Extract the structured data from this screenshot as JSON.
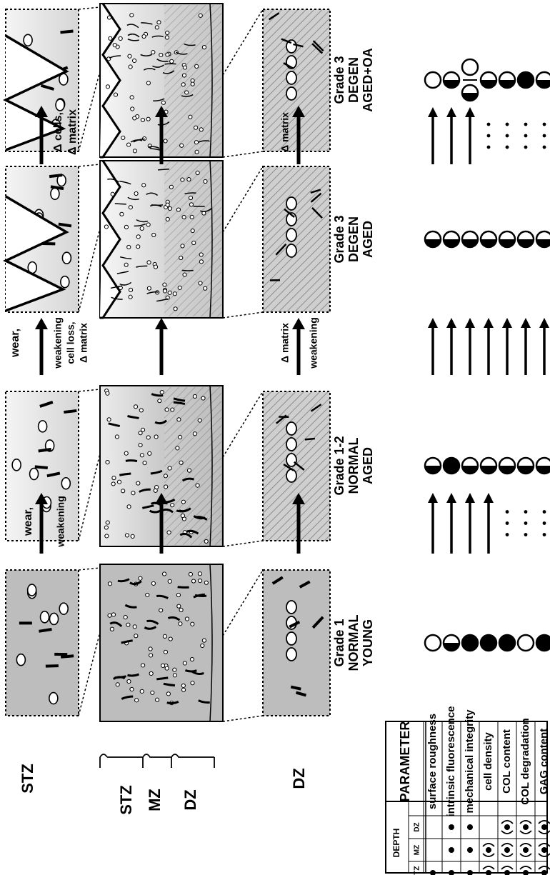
{
  "zone_labels": {
    "stz_top": "STZ",
    "stz": "STZ",
    "mz": "MZ",
    "dz": "DZ",
    "dz_bottom": "DZ"
  },
  "arrow_labels": {
    "a1_top": "wear,",
    "a1_bot": "weakening",
    "a2_l1": "wear,",
    "a2_l2": "weakening",
    "a2_l3": "cell loss,",
    "a2_l4": "Δ matrix",
    "a2_bot_l1": "Δ matrix",
    "a2_bot_l2": "weakening",
    "a3_l1": "Δ cells,",
    "a3_l2": "Δ matrix",
    "a3_bot": "Δ matrix"
  },
  "columns": [
    {
      "l1": "Grade 1",
      "l2": "NORMAL",
      "l3": "YOUNG"
    },
    {
      "l1": "Grade 1-2",
      "l2": "NORMAL",
      "l3": "AGED"
    },
    {
      "l1": "Grade 3",
      "l2": "DEGEN",
      "l3": "AGED"
    },
    {
      "l1": "Grade 3",
      "l2": "DEGEN",
      "l3": "AGED+OA"
    }
  ],
  "table": {
    "depth_header": "DEPTH",
    "depth_cols": [
      "STZ",
      "MZ",
      "DZ"
    ],
    "parameter_header": "PARAMETER",
    "rows": [
      {
        "name": "surface roughness",
        "marks": [
          "dot",
          "",
          ""
        ],
        "states": [
          "empty",
          "half",
          "half",
          "empty"
        ],
        "transitions": [
          "arrow",
          "arrow",
          "arrow"
        ]
      },
      {
        "name": "intrinsic fluorescence",
        "marks": [
          "dot",
          "dot",
          "dot"
        ],
        "states": [
          "half",
          "full",
          "half",
          "half"
        ],
        "transitions": [
          "arrow",
          "arrow",
          "arrow"
        ]
      },
      {
        "name": "mechanical integrity",
        "marks": [
          "dot",
          "dot",
          "dot"
        ],
        "states": [
          "full",
          "half",
          "half",
          "empty/half"
        ],
        "transitions": [
          "arrow",
          "arrow",
          "arrow"
        ]
      },
      {
        "name": "cell density",
        "marks": [
          "(dot)",
          "(dot)",
          ""
        ],
        "states": [
          "full",
          "half",
          "half",
          "half"
        ],
        "transitions": [
          "arrow",
          "arrow",
          "dots"
        ]
      },
      {
        "name": "COL content",
        "marks": [
          "(dot)",
          "(dot)",
          "(dot)"
        ],
        "states": [
          "full",
          "half",
          "half",
          "half"
        ],
        "transitions": [
          "dots",
          "arrow",
          "dots"
        ]
      },
      {
        "name": "COL degradation",
        "marks": [
          "(dot)",
          "(dot)",
          "(dot)"
        ],
        "states": [
          "empty",
          "half",
          "half",
          "full"
        ],
        "transitions": [
          "dots",
          "arrow",
          "dots"
        ]
      },
      {
        "name": "GAG content",
        "marks": [
          "(dot)",
          "(dot)",
          "(dot)"
        ],
        "states": [
          "full",
          "half",
          "half",
          "half"
        ],
        "transitions": [
          "dots",
          "arrow",
          "dots"
        ]
      }
    ]
  }
}
